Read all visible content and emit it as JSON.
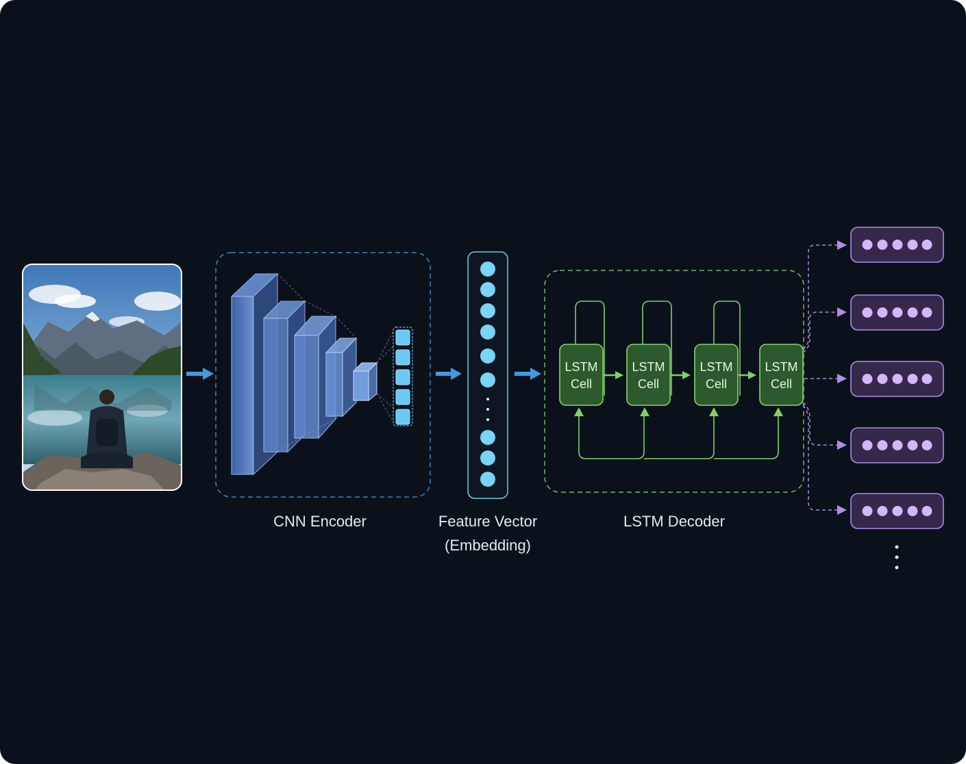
{
  "labels": {
    "cnn": "CNN Encoder",
    "feature_line1": "Feature Vector",
    "feature_line2": "(Embedding)",
    "lstm": "LSTM Decoder"
  },
  "lstm_cells": [
    {
      "line1": "LSTM",
      "line2": "Cell"
    },
    {
      "line1": "LSTM",
      "line2": "Cell"
    },
    {
      "line1": "LSTM",
      "line2": "Cell"
    },
    {
      "line1": "LSTM",
      "line2": "Cell"
    }
  ],
  "colors": {
    "background": "#0b111b",
    "cnn_accent": "#4a9fd8",
    "feature_accent": "#6fd3f7",
    "lstm_accent": "#79c46a",
    "output_accent": "#b28ce8"
  },
  "icons": {
    "input_image": "mountain-lake-photo-icon",
    "continuation": "vertical-ellipsis-icon"
  }
}
